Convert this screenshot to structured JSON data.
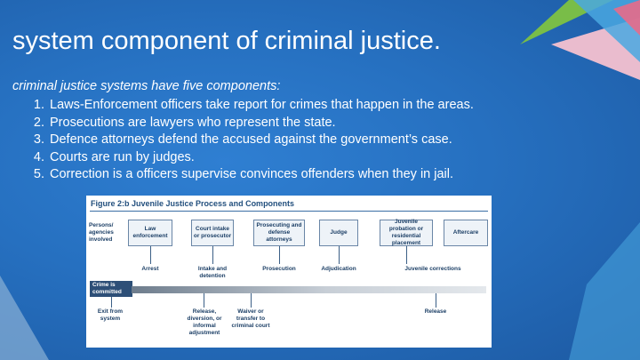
{
  "slide": {
    "title": "system component of criminal justice.",
    "intro": "criminal justice systems have five components:",
    "items": [
      {
        "num": "1.",
        "text": "Laws-Enforcement officers take report for crimes that happen in the areas."
      },
      {
        "num": "2.",
        "text": "Prosecutions are lawyers who represent the state."
      },
      {
        "num": "3.",
        "text": "Defence attorneys defend the accused against the government’s case."
      },
      {
        "num": "4.",
        "text": "Courts are run by judges."
      },
      {
        "num": "5.",
        "text": "Correction is a officers supervise convinces offenders when they in jail."
      }
    ]
  },
  "figure": {
    "title": "Figure 2:b Juvenile Justice Process and Components",
    "row_label": "Persons/ agencies involved",
    "boxes": [
      "Law enforcement",
      "Court intake or prosecutor",
      "Prosecuting and defense attorneys",
      "Judge",
      "Juvenile probation or residential placement",
      "Aftercare"
    ],
    "stages": [
      "Arrest",
      "Intake and detention",
      "Prosecution",
      "Adjudication",
      "Juvenile corrections"
    ],
    "crime_label": "Crime is committed",
    "exits": [
      "Exit from system",
      "Release, diversion, or informal adjustment",
      "Waiver or transfer to criminal court",
      "Release"
    ]
  },
  "colors": {
    "background": "#2670c0",
    "accent_green": "#7ec242",
    "accent_blue": "#4aa8e0",
    "accent_pink": "#e86b8a"
  }
}
